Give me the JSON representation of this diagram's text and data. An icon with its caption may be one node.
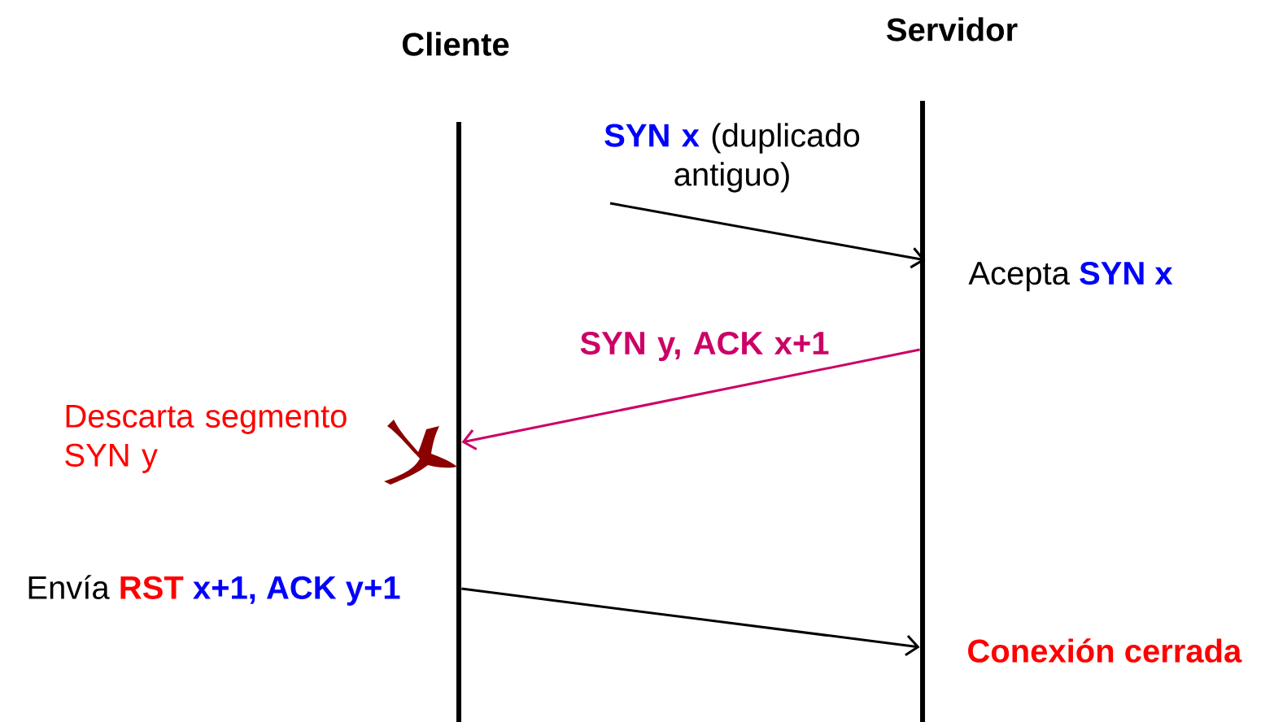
{
  "diagram": {
    "nodes": [
      {
        "text": [
          "Cliente"
        ]
      },
      {
        "text": [
          "Servidor"
        ]
      }
    ],
    "edges": [
      {
        "from": null,
        "to": 1,
        "arrow": "to",
        "label": "**SYN x** (duplicado antiguo)"
      },
      {
        "from": 1,
        "to": 0,
        "arrow": "to",
        "label": "SYN y, ACK x+1",
        "color": "#cc0066"
      },
      {
        "from": 0,
        "to": 1,
        "arrow": "to"
      }
    ],
    "labels": [
      "Acepta **SYN x**",
      "Descarta segmento SYN y",
      "Envía **RST** **x+1, ACK y+1**",
      "Conexión cerrada"
    ]
  }
}
